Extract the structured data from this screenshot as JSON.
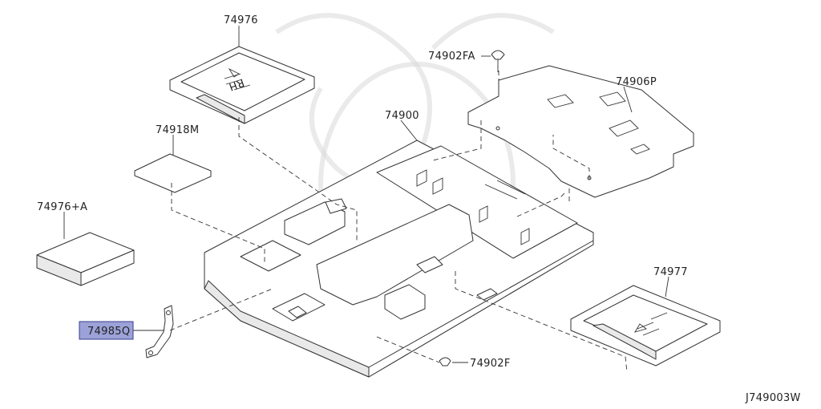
{
  "parts": {
    "p74976": "74976",
    "p74918M": "74918M",
    "p74976A": "74976+A",
    "p74985Q": "74985Q",
    "p74902FA": "74902FA",
    "p74906P": "74906P",
    "p74900": "74900",
    "p74977": "74977",
    "p74902F": "74902F"
  },
  "diagram_code": "J749003W",
  "colors": {
    "highlight_fill": "#9ca2d8",
    "highlight_stroke": "#3a3f8f",
    "line": "#333333"
  }
}
